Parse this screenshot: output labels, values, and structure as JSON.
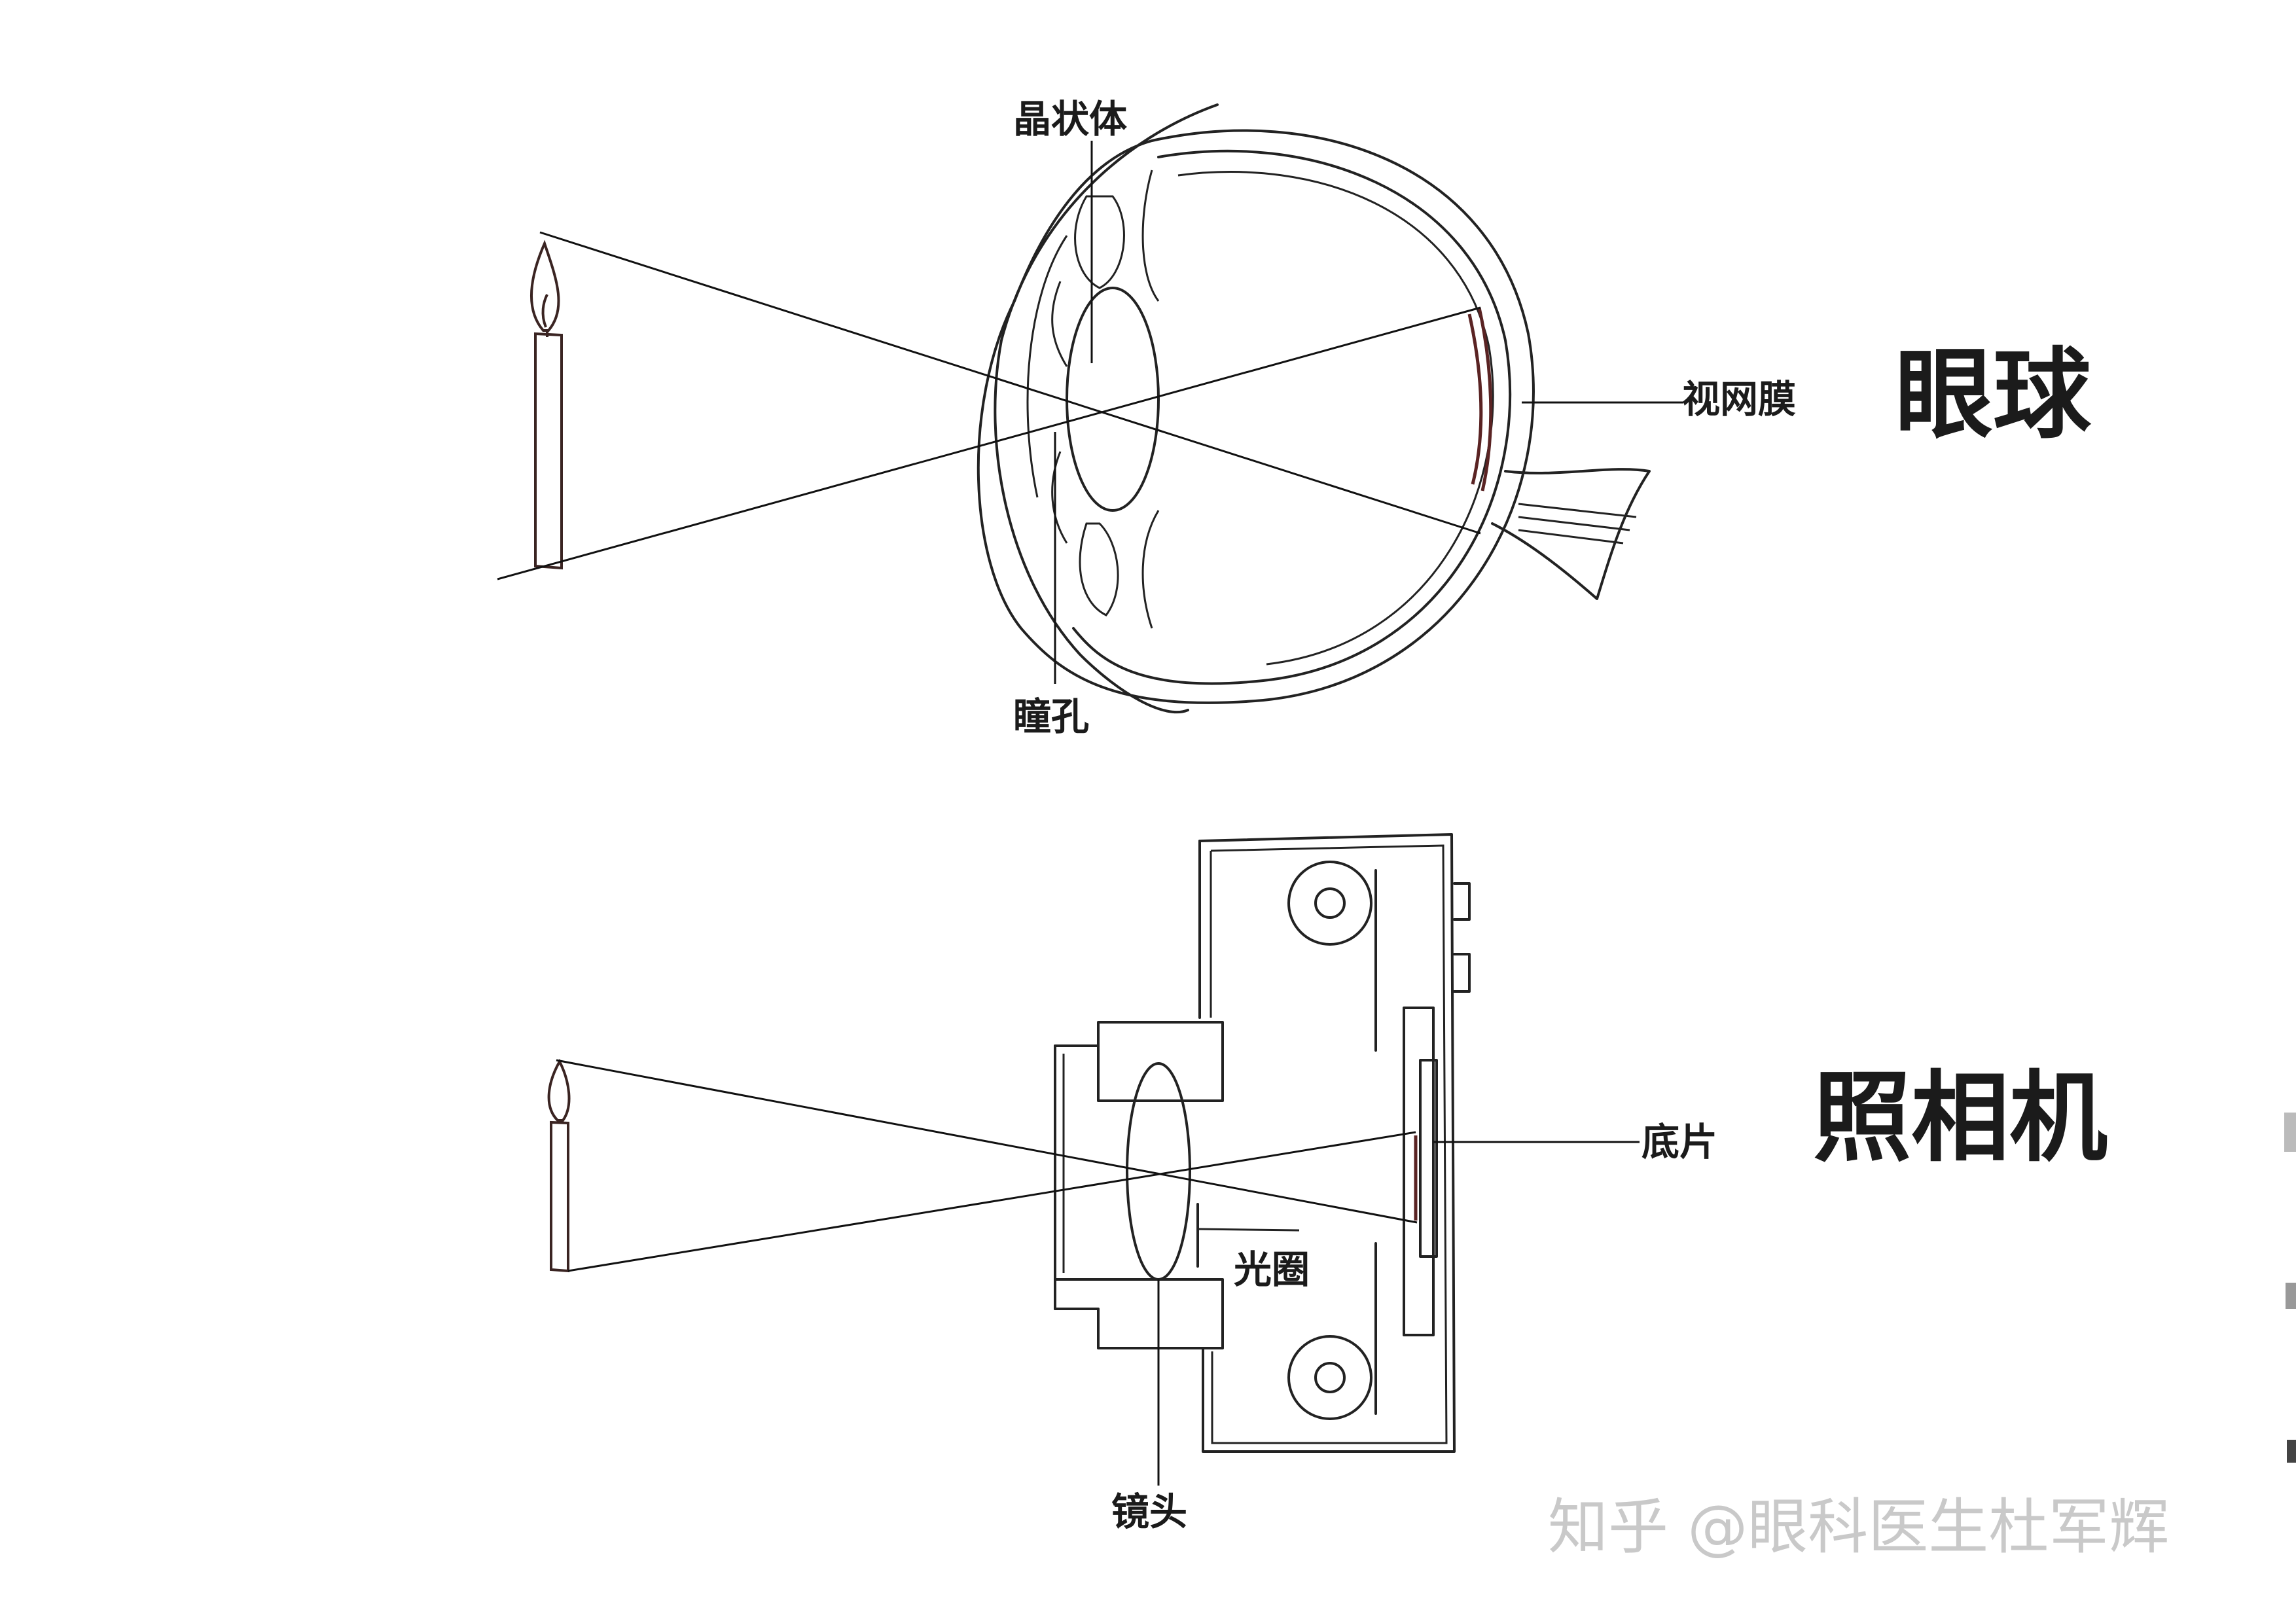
{
  "eye": {
    "title": "眼球",
    "labels": {
      "lens": "晶状体",
      "retina": "视网膜",
      "pupil": "瞳孔"
    }
  },
  "camera": {
    "title": "照相机",
    "labels": {
      "film": "底片",
      "aperture": "光圈",
      "lens": "镜头"
    }
  },
  "watermark": "知乎 @眼科医生杜军辉",
  "colors": {
    "line": "#222222",
    "candle_wax": "#3a2422",
    "retina": "#5a2323",
    "watermark": "#c9c9c9"
  }
}
